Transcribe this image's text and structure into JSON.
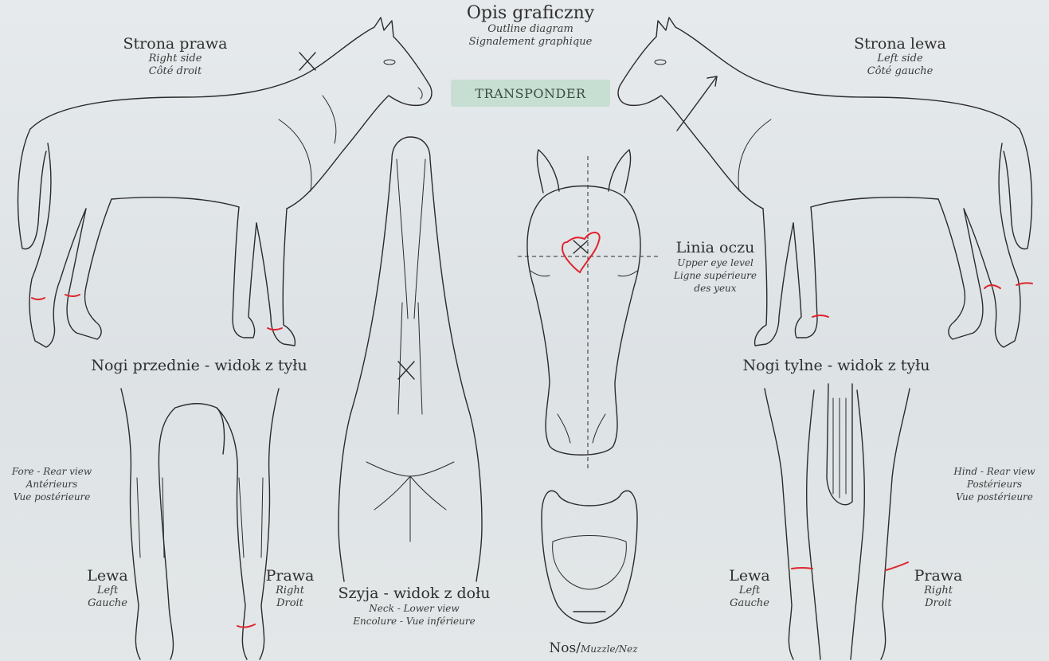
{
  "header": {
    "title": "Opis graficzny",
    "subtitle_en": "Outline diagram",
    "subtitle_fr": "Signalement graphique",
    "badge": "TRANSPONDER"
  },
  "right_side": {
    "pl": "Strona prawa",
    "en": "Right side",
    "fr": "Côté droit"
  },
  "left_side": {
    "pl": "Strona lewa",
    "en": "Left side",
    "fr": "Côté gauche"
  },
  "eye_line": {
    "pl": "Linia oczu",
    "en": "Upper eye level",
    "fr_1": "Ligne supérieure",
    "fr_2": "des yeux"
  },
  "fore_legs": {
    "title": "Nogi przednie - widok z tyłu",
    "caption_en": "Fore - Rear view",
    "caption_fr_1": "Antérieurs",
    "caption_fr_2": "Vue postérieure",
    "left_pl": "Lewa",
    "left_en": "Left",
    "left_fr": "Gauche",
    "right_pl": "Prawa",
    "right_en": "Right",
    "right_fr": "Droit"
  },
  "hind_legs": {
    "title": "Nogi tylne - widok z tyłu",
    "caption_en": "Hind - Rear view",
    "caption_fr_1": "Postérieurs",
    "caption_fr_2": "Vue postérieure",
    "left_pl": "Lewa",
    "left_en": "Left",
    "left_fr": "Gauche",
    "right_pl": "Prawa",
    "right_en": "Right",
    "right_fr": "Droit"
  },
  "neck": {
    "pl": "Szyja - widok z dołu",
    "en": "Neck - Lower view",
    "fr": "Encolure - Vue inférieure"
  },
  "muzzle": {
    "pl": "Nos/",
    "en": "Muzzle/",
    "fr": "Nez"
  },
  "colors": {
    "marking": "#e0242d",
    "badge": "#c6dfd2",
    "ink": "#2b2b2b"
  }
}
